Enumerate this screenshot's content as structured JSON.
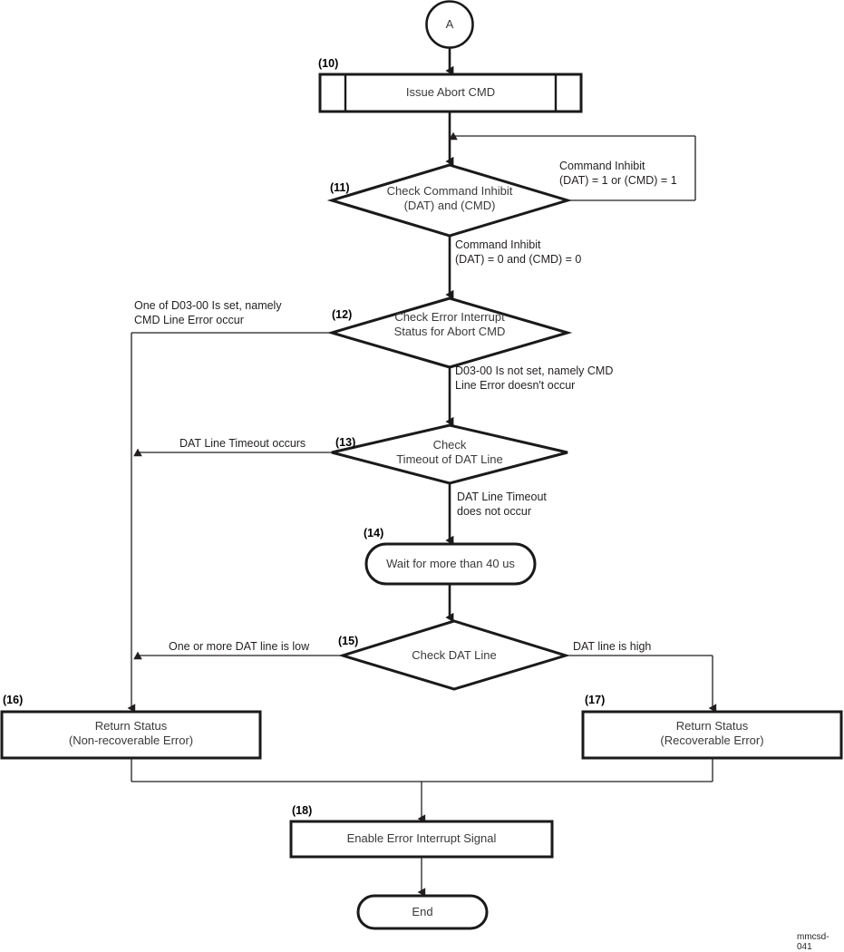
{
  "figure": {
    "caption": "mmcsd-041",
    "colors": {
      "stroke": "#1a1a1a",
      "thin_stroke": "#231f20",
      "text": "#3a3a3a",
      "background": "#ffffff"
    }
  },
  "nodes": {
    "connector_a": {
      "label": "A",
      "shape": "circle"
    },
    "step10": {
      "num": "(10)",
      "label": "Issue Abort CMD",
      "shape": "predefined-process"
    },
    "step11": {
      "num": "(11)",
      "label": "Check Command Inhibit\n(DAT) and (CMD)",
      "shape": "decision"
    },
    "step12": {
      "num": "(12)",
      "label": "Check Error Interrupt\nStatus for Abort CMD",
      "shape": "decision"
    },
    "step13": {
      "num": "(13)",
      "label": "Check\nTimeout of DAT Line",
      "shape": "decision"
    },
    "step14": {
      "num": "(14)",
      "label": "Wait for more than 40 us",
      "shape": "rounded-process"
    },
    "step15": {
      "num": "(15)",
      "label": "Check DAT Line",
      "shape": "decision"
    },
    "step16": {
      "num": "(16)",
      "label": "Return Status\n(Non-recoverable Error)",
      "shape": "process"
    },
    "step17": {
      "num": "(17)",
      "label": "Return Status\n(Recoverable Error)",
      "shape": "process"
    },
    "step18": {
      "num": "(18)",
      "label": "Enable Error Interrupt Signal",
      "shape": "process"
    },
    "end": {
      "label": "End",
      "shape": "terminator"
    }
  },
  "edge_labels": {
    "inhibit_yes": "Command Inhibit\n(DAT) = 1 or (CMD) = 1",
    "inhibit_no": "Command Inhibit\n(DAT) = 0 and (CMD) = 0",
    "err_set": "One of D03-00 Is set, namely\nCMD Line Error occur",
    "err_not_set": "D03-00 Is not set, namely CMD\nLine Error doesn't occur",
    "timeout_occurs": "DAT Line Timeout occurs",
    "timeout_not_occur": "DAT Line Timeout\ndoes not occur",
    "dat_low": "One or more DAT line is low",
    "dat_high": "DAT line is high"
  }
}
